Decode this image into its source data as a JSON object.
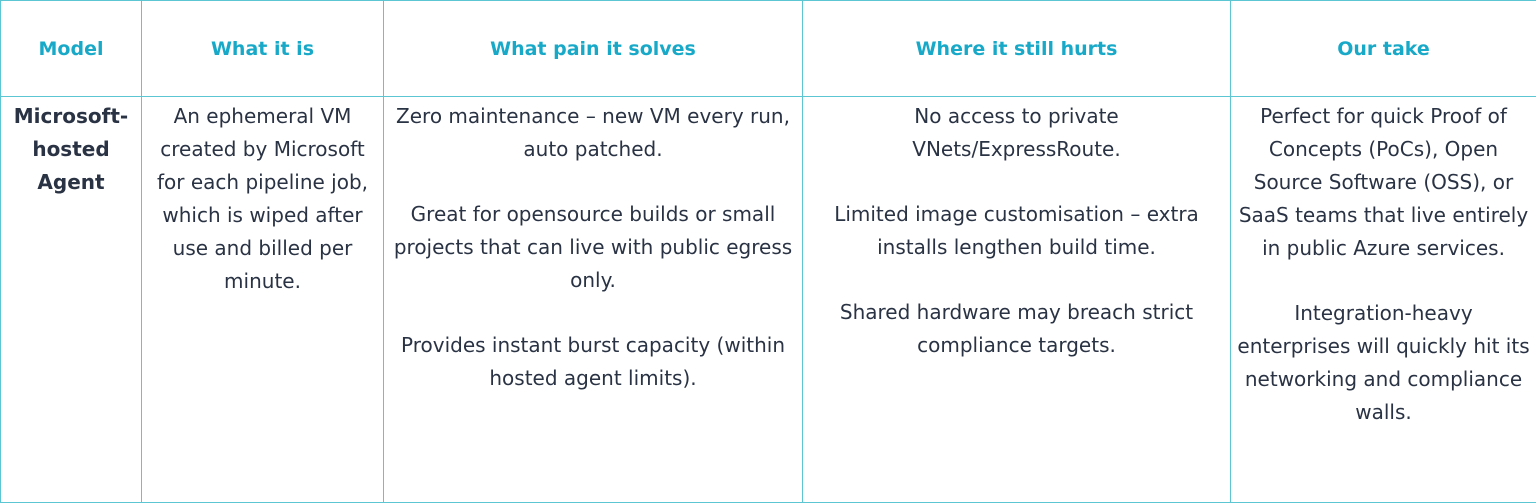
{
  "colors": {
    "border": "#5cc6d3",
    "header_text": "#19a9c8",
    "body_text": "#2a3344"
  },
  "table": {
    "headers": [
      "Model",
      "What it is",
      "What pain it solves",
      "Where it still hurts",
      "Our take"
    ],
    "row": {
      "model": "Microsoft-hosted Agent",
      "what_it_is": "An ephemeral VM created by Microsoft for each pipeline job, which is wiped after use and billed per minute.",
      "pain_solves": [
        "Zero maintenance – new VM every run, auto patched.",
        "Great for opensource builds or small projects that can live with public egress only.",
        "Provides instant burst capacity (within hosted agent limits)."
      ],
      "still_hurts": [
        "No access to private VNets/ExpressRoute.",
        "Limited image customisation – extra installs lengthen build time.",
        "Shared hardware may breach strict compliance targets."
      ],
      "our_take": [
        "Perfect for quick Proof of Concepts (PoCs), Open Source Software (OSS), or SaaS teams that live entirely in public Azure services.",
        "Integration-heavy enterprises will quickly hit its networking and compliance walls."
      ]
    }
  }
}
